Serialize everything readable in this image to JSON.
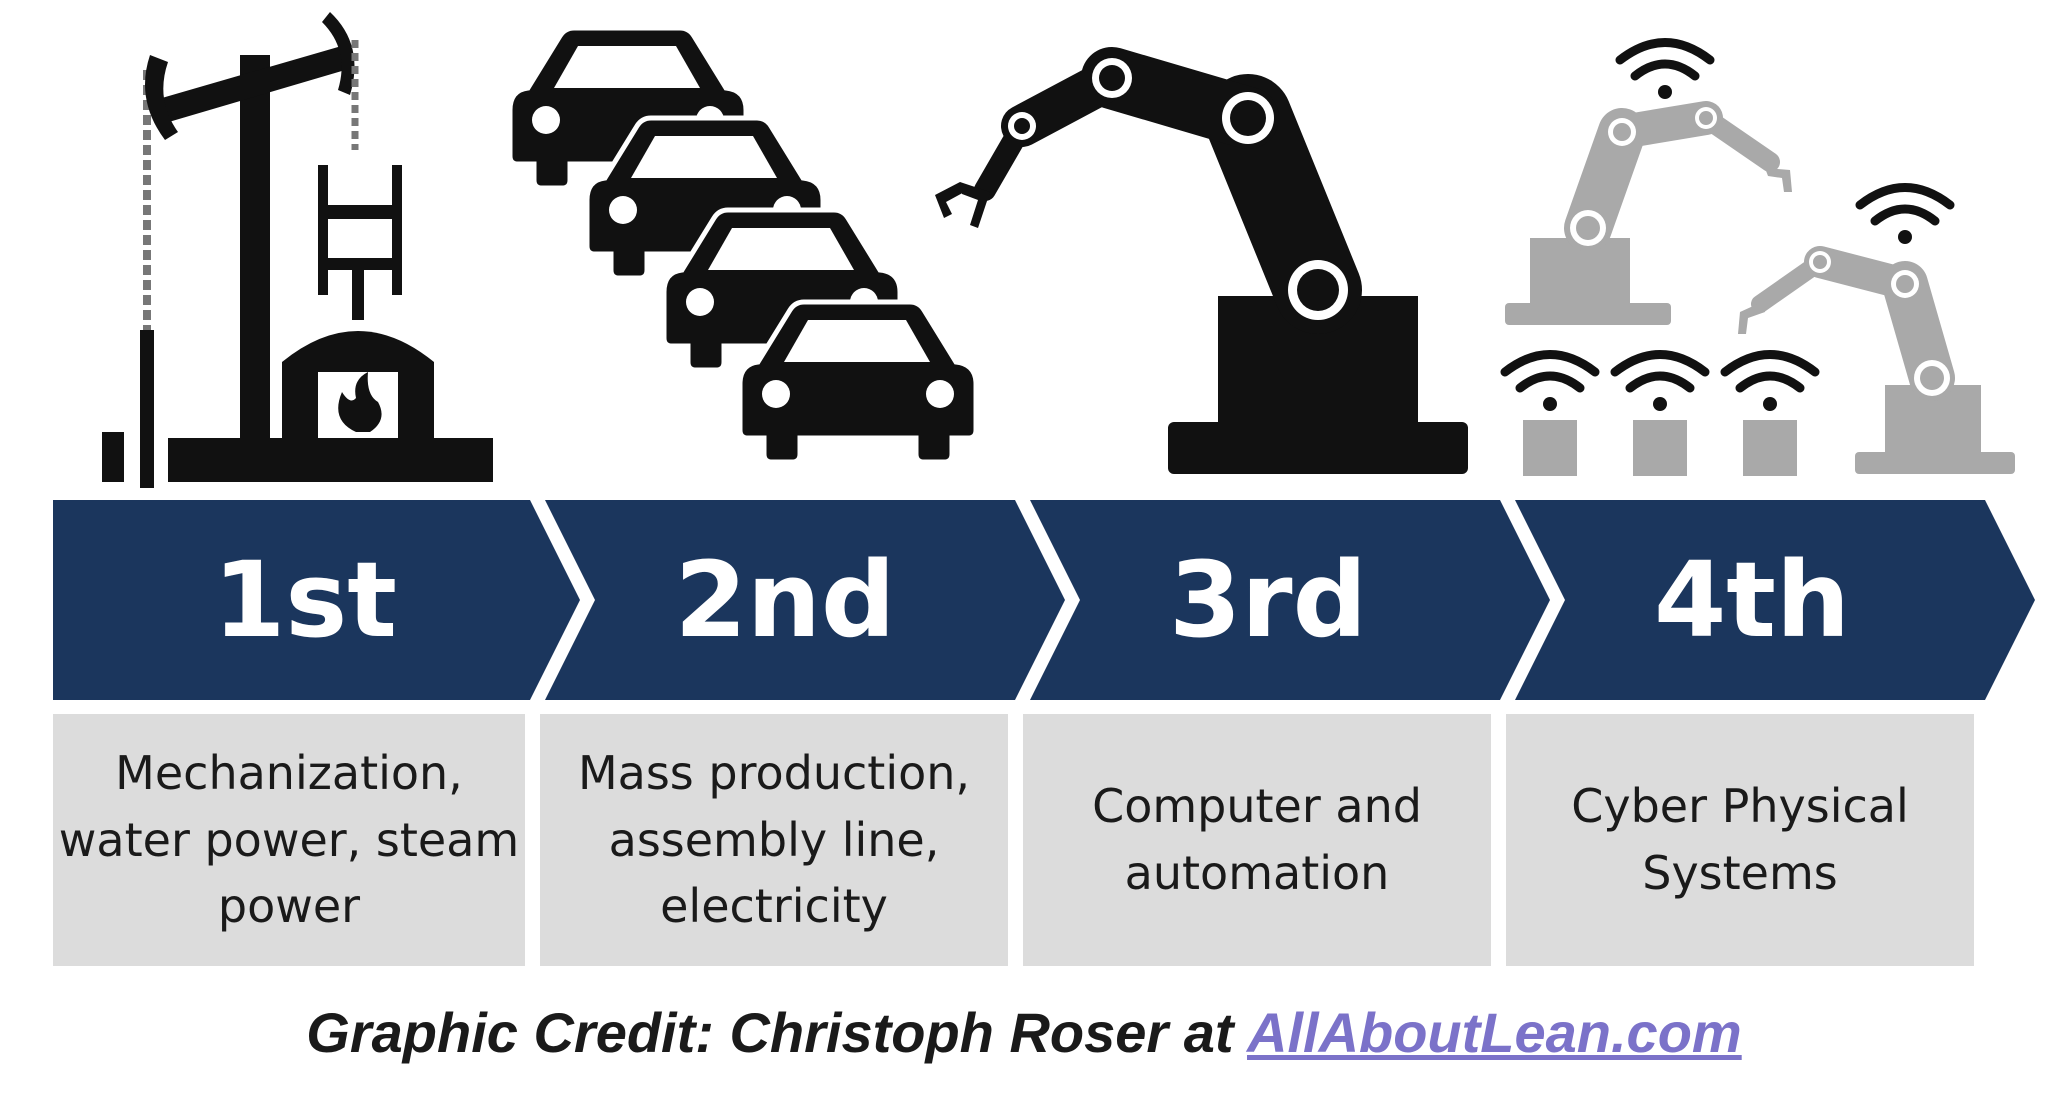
{
  "stages": [
    {
      "label": "1st",
      "description": "Mechanization,\nwater power, steam\npower",
      "icon": "oil-pump-steam-engine-icon"
    },
    {
      "label": "2nd",
      "description": "Mass production,\nassembly line,\nelectricity",
      "icon": "car-assembly-line-icon"
    },
    {
      "label": "3rd",
      "description": "Computer and\nautomation",
      "icon": "industrial-robot-arm-icon"
    },
    {
      "label": "4th",
      "description": "Cyber Physical\nSystems",
      "icon": "connected-robots-wifi-icon"
    }
  ],
  "credit": {
    "prefix": "Graphic Credit: Christoph Roser at ",
    "link": "AllAboutLean.com"
  },
  "colors": {
    "chevron": "#1b365d",
    "description_bg": "#dcdcdc",
    "icon_dark": "#111111",
    "icon_light": "#a9a9a9",
    "link": "#7b72c9"
  }
}
